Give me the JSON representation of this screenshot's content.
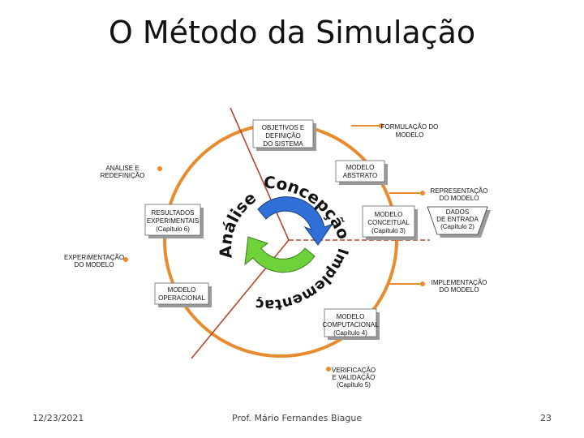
{
  "title": "O Método da Simulação",
  "footer": {
    "date": "12/23/2021",
    "author": "Prof. Mário Fernandes Biague",
    "page": "23"
  },
  "diagram": {
    "arc_words": {
      "concepcao": "Concepção",
      "analise": "Análise",
      "implementacao": "Implementação"
    },
    "boxes": {
      "objetivos": [
        "OBJETIVOS E",
        "DEFINIÇÃO",
        "DO SISTEMA"
      ],
      "modelo_abstrato": [
        "MODELO",
        "ABSTRATO"
      ],
      "resultados": [
        "RESULTADOS",
        "EXPERIMENTAIS",
        "(Capítulo 6)"
      ],
      "modelo_conceitual": [
        "MODELO",
        "CONCEITUAL",
        "(Capítulo 3)"
      ],
      "dados_entrada": [
        "DADOS",
        "DE ENTRADA",
        "(Capítulo 2)"
      ],
      "modelo_operacional": [
        "MODELO",
        "OPERACIONAL"
      ],
      "modelo_computacional": [
        "MODELO",
        "COMPUTACIONAL",
        "(Capítulo 4)"
      ]
    },
    "labels": {
      "formulacao": [
        "FORMULAÇÃO DO",
        "MODELO"
      ],
      "analise_redefinicao": [
        "ANÁLISE E",
        "REDEFINIÇÃO"
      ],
      "representacao": [
        "REPRESENTAÇÃO",
        "DO MODELO"
      ],
      "experimentacao": [
        "EXPERIMENTAÇÃO",
        "DO MODELO"
      ],
      "implementacao_modelo": [
        "IMPLEMENTAÇÃO",
        "DO MODELO"
      ],
      "verificacao": [
        "VERIFICAÇÃO",
        "E VALIDAÇÃO",
        "(Capítulo 5)"
      ]
    },
    "colors": {
      "circle": "#e88a2e",
      "divider": "#b5472a",
      "arrow_blue": "#2f6fd6",
      "arrow_green": "#6fd23a",
      "box_fill": "#ffffff",
      "box_shadow": "#9a9a9a"
    }
  }
}
